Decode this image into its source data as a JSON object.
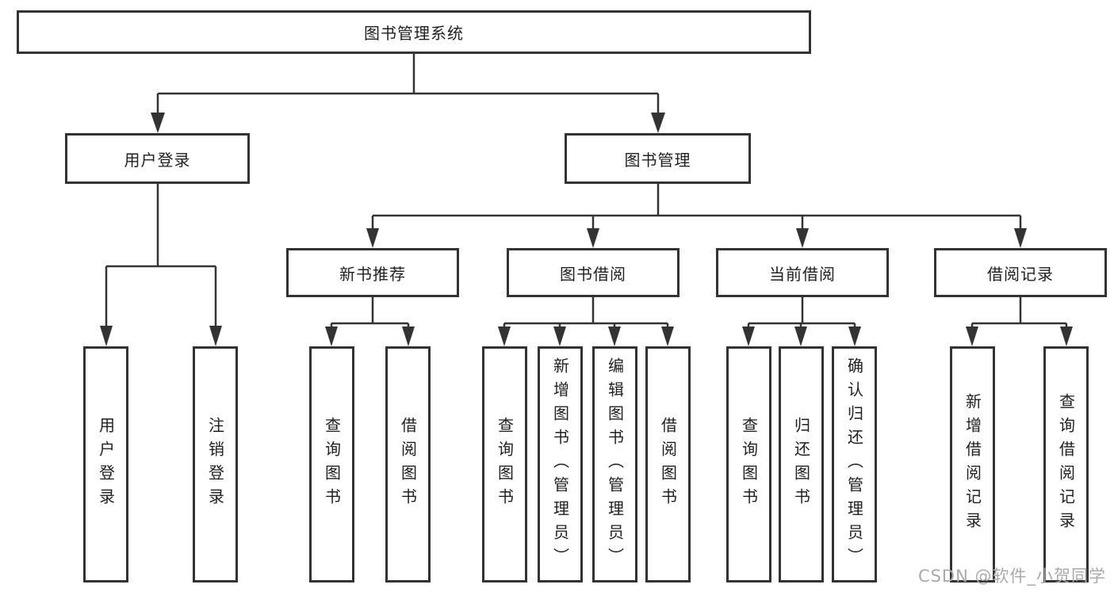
{
  "diagram": {
    "root": {
      "label": "图书管理系统"
    },
    "branches": [
      {
        "label": "用户登录",
        "children": [
          {
            "label": "用户登录"
          },
          {
            "label": "注销登录"
          }
        ]
      },
      {
        "label": "图书管理",
        "children": [
          {
            "label": "新书推荐",
            "children": [
              {
                "label": "查询图书"
              },
              {
                "label": "借阅图书"
              }
            ]
          },
          {
            "label": "图书借阅",
            "children": [
              {
                "label": "查询图书"
              },
              {
                "label": "新增图书（管理员）"
              },
              {
                "label": "编辑图书（管理员）"
              },
              {
                "label": "借阅图书"
              }
            ]
          },
          {
            "label": "当前借阅",
            "children": [
              {
                "label": "查询图书"
              },
              {
                "label": "归还图书"
              },
              {
                "label": "确认归还（管理员）"
              }
            ]
          },
          {
            "label": "借阅记录",
            "children": [
              {
                "label": "新增借阅记录"
              },
              {
                "label": "查询借阅记录"
              }
            ]
          }
        ]
      }
    ],
    "watermark": "CSDN @软件_小贺同学",
    "colors": {
      "line": "#333333",
      "text": "#1f1f1f",
      "watermark": "#a9a9a9",
      "background": "#ffffff"
    }
  }
}
